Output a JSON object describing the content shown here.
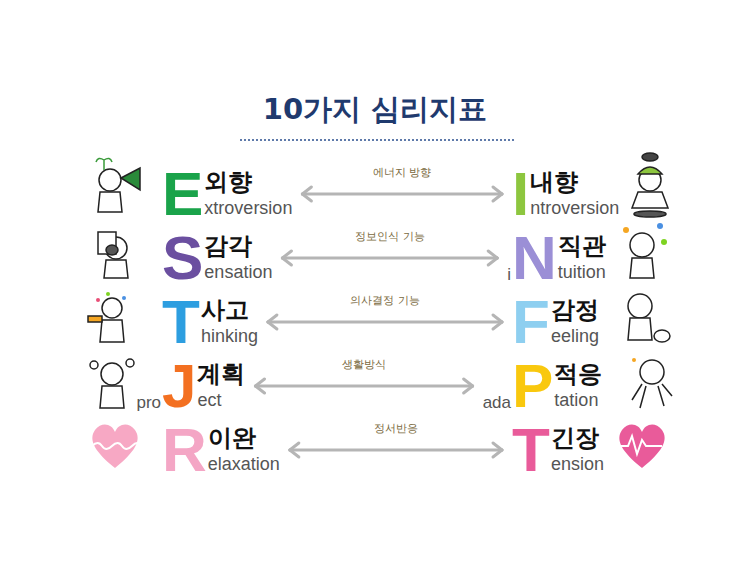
{
  "diagram": {
    "title": "10가지 심리지표",
    "nodes": [
      {
        "text": [
          "E",
          "외향",
          "xtroversion"
        ]
      },
      {
        "text": [
          "I",
          "내향",
          "ntroversion"
        ]
      },
      {
        "text": [
          "S",
          "감각",
          "ensation"
        ]
      },
      {
        "text": [
          "N",
          "직관",
          "tuition",
          "i"
        ]
      },
      {
        "text": [
          "T",
          "사고",
          "hinking"
        ]
      },
      {
        "text": [
          "F",
          "감정",
          "eeling"
        ]
      },
      {
        "text": [
          "J",
          "계획",
          "ect",
          "pro"
        ]
      },
      {
        "text": [
          "P",
          "적응",
          "tation",
          "ada"
        ]
      },
      {
        "text": [
          "R",
          "이완",
          "elaxation"
        ]
      },
      {
        "text": [
          "T",
          "긴장",
          "ension"
        ]
      }
    ],
    "edges": [
      {
        "from": 0,
        "to": 1,
        "arrow": "both",
        "label": "에너지 방향"
      },
      {
        "from": 2,
        "to": 3,
        "arrow": "both",
        "label": "정보인식 기능"
      },
      {
        "from": 4,
        "to": 5,
        "arrow": "both",
        "label": "의사결정 기능"
      },
      {
        "from": 6,
        "to": 7,
        "arrow": "both",
        "label": "생활방식"
      },
      {
        "from": 8,
        "to": 9,
        "arrow": "both",
        "label": "정서반응"
      }
    ]
  }
}
